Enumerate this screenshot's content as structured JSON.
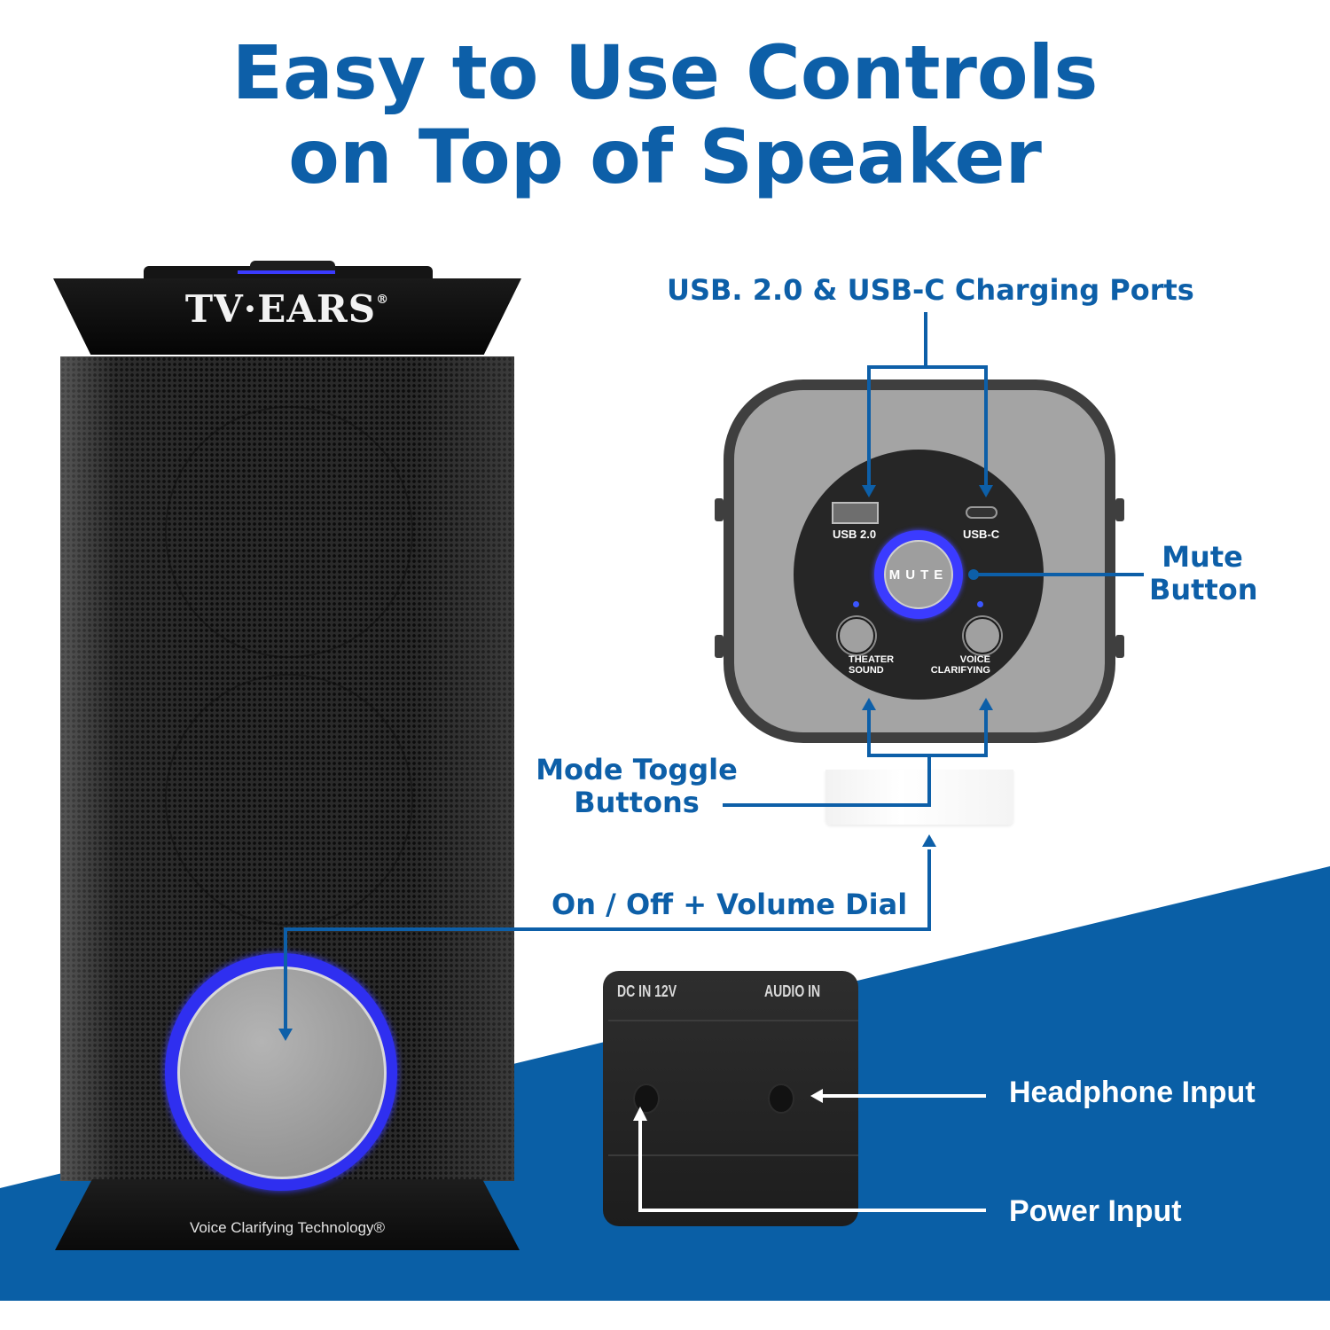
{
  "headline": {
    "line1": "Easy to Use Controls",
    "line2": "on Top of Speaker",
    "color": "#0d5fa8"
  },
  "brand": {
    "logo": "TV·EARS",
    "registered": "®",
    "base_text": "Voice Clarifying Technology®"
  },
  "top_panel": {
    "usb_a_label": "USB 2.0",
    "usb_c_label": "USB-C",
    "mute_label": "MUTE",
    "mode_left_label": [
      "THEATER",
      "SOUND"
    ],
    "mode_right_label": [
      "VOICE",
      "CLARIFYING"
    ]
  },
  "rear_panel": {
    "dc_label": "DC IN 12V",
    "audio_label": "AUDIO IN"
  },
  "callouts": {
    "charging_ports": "USB. 2.0 & USB-C Charging Ports",
    "mute_button": [
      "Mute",
      "Button"
    ],
    "mode_toggle": [
      "Mode Toggle",
      "Buttons"
    ],
    "volume_dial": "On / Off + Volume Dial",
    "headphone_input": "Headphone Input",
    "power_input": "Power Input"
  },
  "colors": {
    "brand_blue": "#0d5fa8",
    "band_blue": "#0a5fa6",
    "led_blue": "#3b3bff"
  },
  "icons": [
    "arrow-down-icon",
    "arrow-up-icon",
    "arrow-left-icon"
  ]
}
